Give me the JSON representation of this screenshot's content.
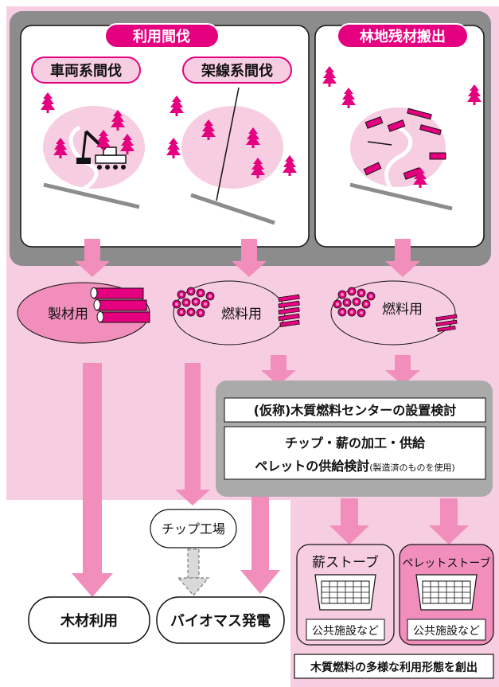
{
  "colors": {
    "pink_bg": "#f7cde1",
    "pink_mid": "#f18ebc",
    "magenta": "#e5007f",
    "gray_frame": "#8c8c8c",
    "gray_arrow": "#aaaaaa",
    "white": "#ffffff",
    "black": "#111111"
  },
  "sections": {
    "thinning": {
      "title": "利用間伐",
      "sub1": "車両系間伐",
      "sub2": "架線系間伐"
    },
    "residue": {
      "title": "林地残材搬出"
    }
  },
  "products": {
    "lumber": "製材用",
    "fuel1": "燃料用",
    "fuel2": "燃料用"
  },
  "center": {
    "title": "(仮称)木質燃料センターの設置検討",
    "line1": "チップ・薪の加工・供給",
    "line2_main": "ペレットの供給検討",
    "line2_note": "(製造済のものを使用)"
  },
  "chip_factory": "チップ工場",
  "stoves": {
    "wood": {
      "title": "薪ストーブ",
      "label": "公共施設など"
    },
    "pellet": {
      "title": "ペレットストーブ",
      "label": "公共施設など"
    }
  },
  "outputs": {
    "timber": "木材利用",
    "biomass": "バイオマス発電",
    "create": "木質燃料の多様な利用形態を創出"
  },
  "icons": [
    "tree-icon",
    "crane-machine-icon",
    "log-stack-icon",
    "firewood-icon",
    "stove-icon"
  ]
}
